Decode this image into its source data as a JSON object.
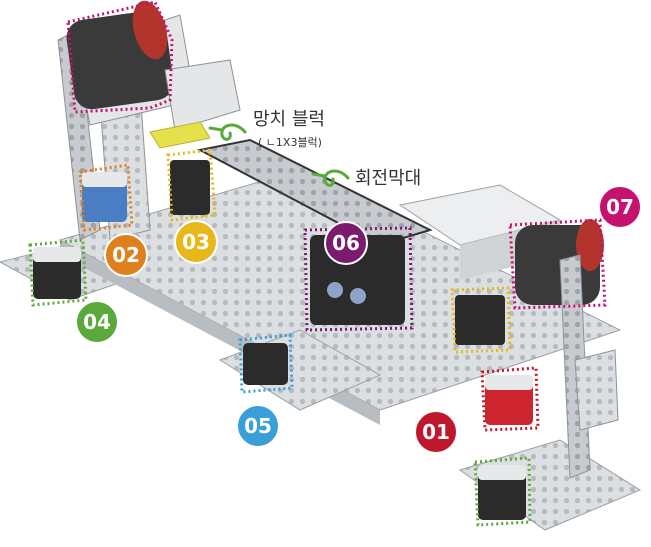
{
  "labels": {
    "hammer_block": "망치 블럭",
    "hammer_block_sub": "( ㄴ1X3블럭)",
    "rotating_bar": "회전막대"
  },
  "badges": [
    {
      "id": "01",
      "text": "01",
      "color": "#c0172d"
    },
    {
      "id": "02",
      "text": "02",
      "color": "#e07f1e"
    },
    {
      "id": "03",
      "text": "03",
      "color": "#e8b71a"
    },
    {
      "id": "04",
      "text": "04",
      "color": "#5aa93b"
    },
    {
      "id": "05",
      "text": "05",
      "color": "#3a9fd9"
    },
    {
      "id": "06",
      "text": "06",
      "color": "#7b1b6d"
    },
    {
      "id": "07",
      "text": "07",
      "color": "#c4126e"
    }
  ],
  "colors": {
    "plate": "#d9dcdf",
    "plate_edge": "#9aa0a6",
    "servo": "#2b2b2b",
    "arrow": "#5aa93b"
  }
}
